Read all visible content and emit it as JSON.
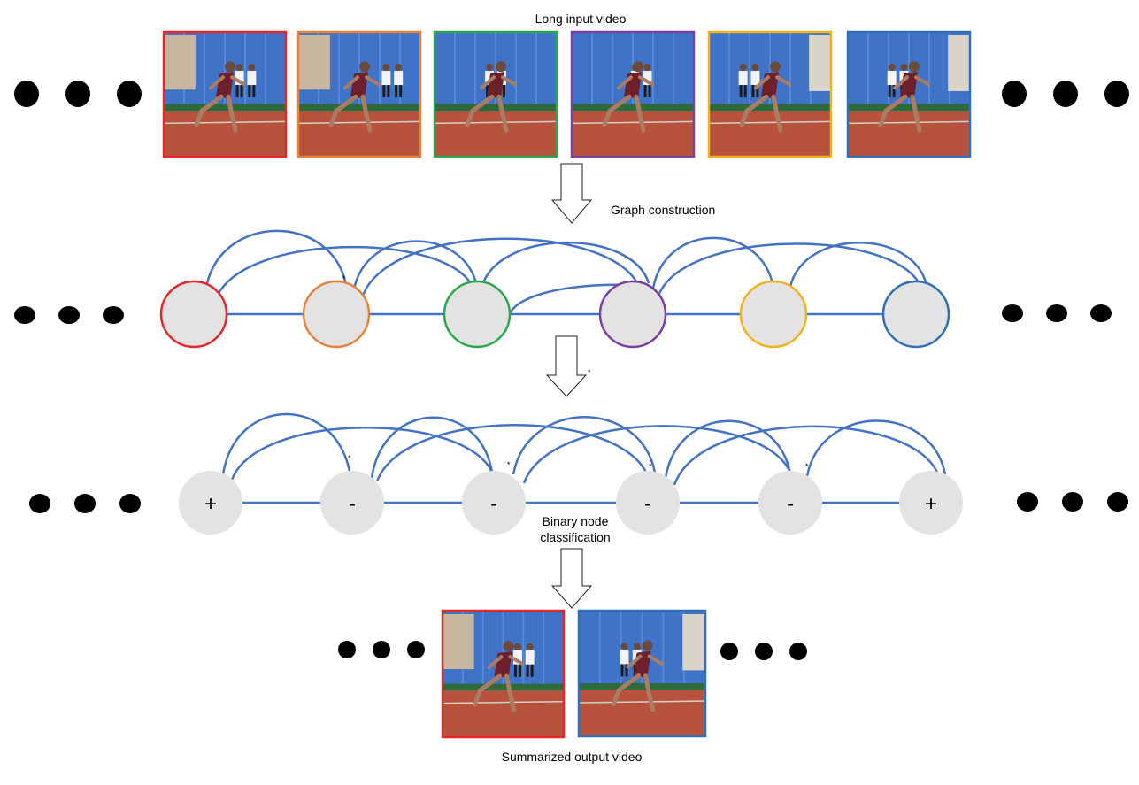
{
  "labels": {
    "input": "Long input video",
    "graph": "Graph construction",
    "classify_line1": "Binary node",
    "classify_line2": "classification",
    "output": "Summarized output video"
  },
  "frame_colors": [
    "#e8262a",
    "#e8823a",
    "#2ba84a",
    "#7b3fa0",
    "#f2b21c",
    "#2e6fb7"
  ],
  "node_classes": [
    "+",
    "-",
    "-",
    "-",
    "-",
    "+"
  ],
  "output_frame_colors": [
    "#e8262a",
    "#2e6fb7"
  ],
  "edge_color": "#4472c4",
  "node_fill": "#e3e3e3",
  "star_glyph": "*"
}
